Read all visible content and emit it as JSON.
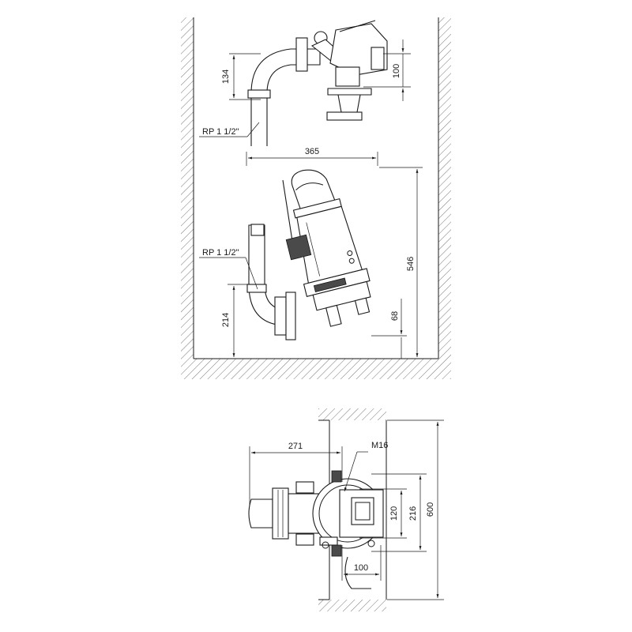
{
  "side_view": {
    "labels": {
      "thread_upper": "RP 1 1/2\"",
      "thread_lower": "RP 1 1/2\"",
      "dim_134": "134",
      "dim_100": "100",
      "dim_365": "365",
      "dim_546": "546",
      "dim_214": "214",
      "dim_68": "68"
    }
  },
  "top_view": {
    "labels": {
      "dim_271": "271",
      "bolt": "M16",
      "dim_120": "120",
      "dim_216": "216",
      "dim_600": "600",
      "dim_100": "100"
    }
  },
  "colors": {
    "line": "#1a1a1a",
    "shade": "#4a4a4a",
    "background": "#ffffff"
  }
}
